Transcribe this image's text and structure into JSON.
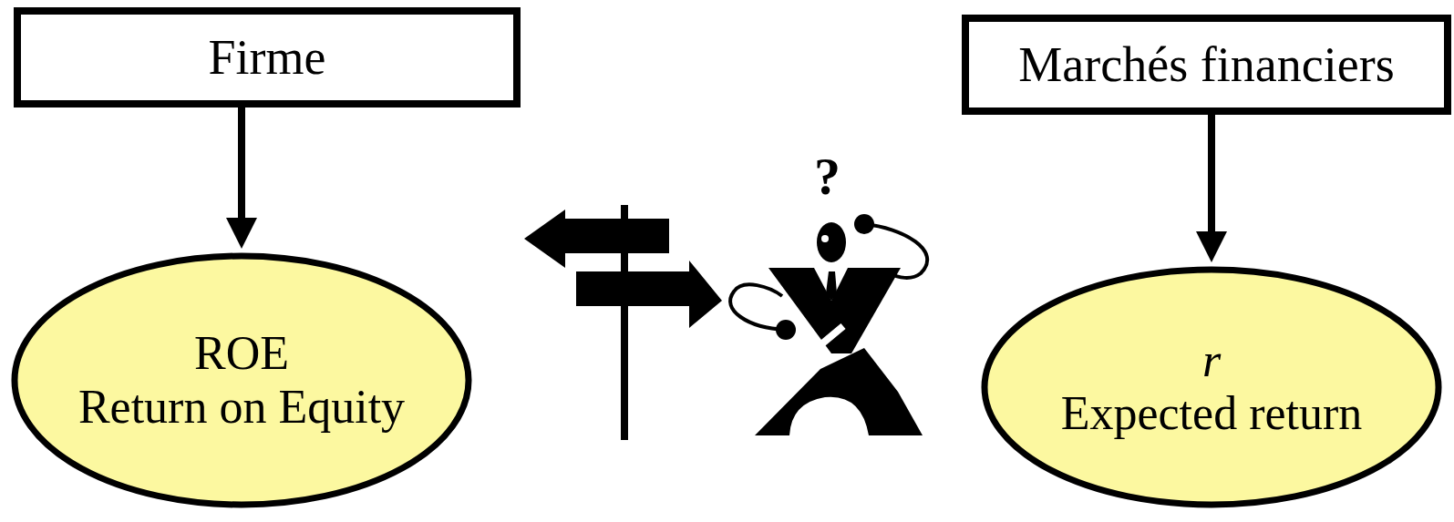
{
  "diagram": {
    "nodes": [
      {
        "text": [
          "Firme"
        ]
      },
      {
        "text": [
          "ROE",
          "Return on Equity"
        ]
      },
      {
        "text": [
          "Marchés financiers"
        ]
      },
      {
        "text": [
          "r",
          "Expected return"
        ]
      }
    ],
    "edges": [
      {
        "from": 0,
        "to": 1,
        "arrow": "to"
      },
      {
        "from": 2,
        "to": 3,
        "arrow": "to"
      }
    ],
    "labels": [
      "?"
    ]
  }
}
